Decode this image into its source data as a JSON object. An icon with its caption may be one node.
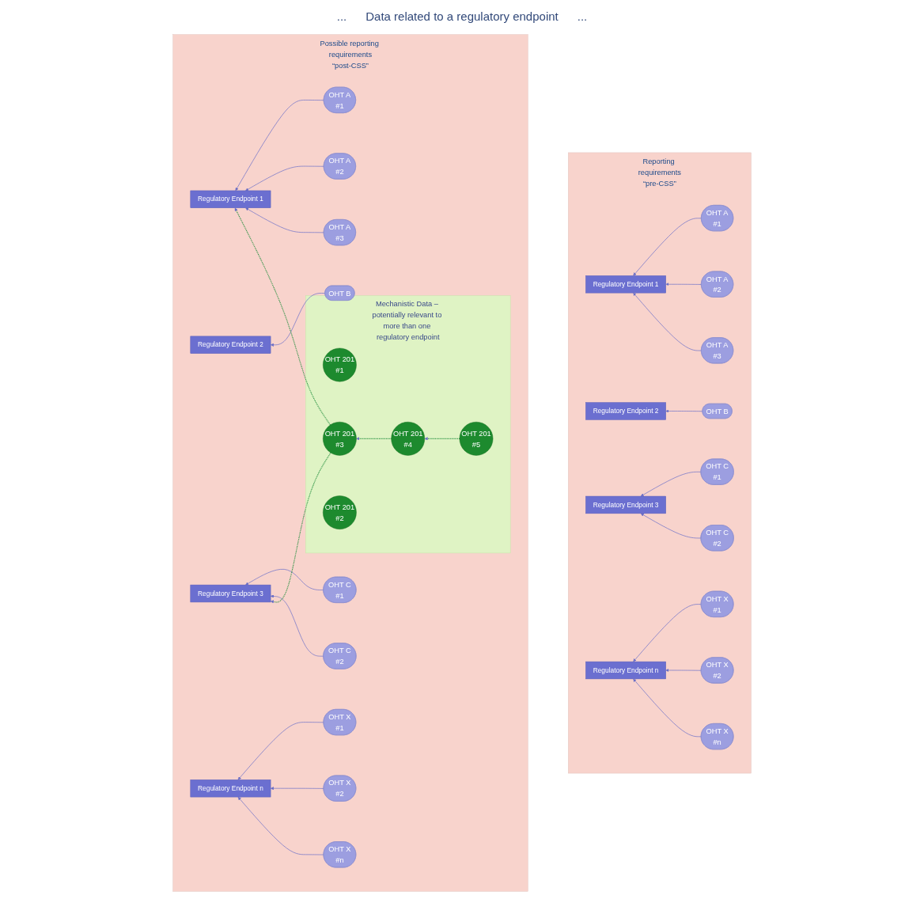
{
  "diagram": {
    "nodes": [
      {
        "text": [
          "Reporting requirements",
          "“pre-CSS”"
        ]
      },
      {
        "text": [
          "Regulatory Endpoint 1"
        ],
        "in": 0
      },
      {
        "text": [
          "OHT A",
          "#1"
        ],
        "in": 0
      },
      {
        "text": [
          "OHT A",
          "#2"
        ],
        "in": 0
      },
      {
        "text": [
          "OHT A",
          "#3"
        ],
        "in": 0
      },
      {
        "text": [
          "Regulatory Endpoint 2"
        ],
        "in": 0
      },
      {
        "text": [
          "OHT B"
        ],
        "in": 0
      },
      {
        "text": [
          "Regulatory Endpoint 3"
        ],
        "in": 0
      },
      {
        "text": [
          "OHT C",
          "#1"
        ],
        "in": 0
      },
      {
        "text": [
          "OHT C",
          "#2"
        ],
        "in": 0
      },
      {
        "text": [
          "Regulatory Endpoint n"
        ],
        "in": 0
      },
      {
        "text": [
          "OHT X",
          "#1"
        ],
        "in": 0
      },
      {
        "text": [
          "OHT X",
          "#2"
        ],
        "in": 0
      },
      {
        "text": [
          "OHT X",
          "#n"
        ],
        "in": 0
      },
      {
        "text": [
          "Possible reporting requirements",
          "“post-CSS”"
        ]
      },
      {
        "text": [
          "Regulatory Endpoint 1"
        ],
        "in": 14
      },
      {
        "text": [
          "OHT A",
          "#1"
        ],
        "in": 14
      },
      {
        "text": [
          "OHT A",
          "#2"
        ],
        "in": 14
      },
      {
        "text": [
          "OHT A",
          "#3"
        ],
        "in": 14
      },
      {
        "text": [
          "Regulatory Endpoint 2"
        ],
        "in": 14
      },
      {
        "text": [
          "OHT B"
        ],
        "in": 14
      },
      {
        "text": [
          "Regulatory Endpoint 3"
        ],
        "in": 14
      },
      {
        "text": [
          "OHT C",
          "#1"
        ],
        "in": 14
      },
      {
        "text": [
          "OHT C",
          "#2"
        ],
        "in": 14
      },
      {
        "text": [
          "Regulatory Endpoint n"
        ],
        "in": 14
      },
      {
        "text": [
          "OHT X",
          "#1"
        ],
        "in": 14
      },
      {
        "text": [
          "OHT X",
          "#2"
        ],
        "in": 14
      },
      {
        "text": [
          "OHT X",
          "#n"
        ],
        "in": 14
      },
      {
        "text": [
          "Mechanistic Data – potentially relevant to more than one regulatory endpoint"
        ],
        "in": 14
      },
      {
        "text": [
          "OHT 201",
          "#1"
        ],
        "in": 28
      },
      {
        "text": [
          "OHT 201",
          "#2"
        ],
        "in": 28
      },
      {
        "text": [
          "OHT 201",
          "#3"
        ],
        "in": 28
      },
      {
        "text": [
          "OHT 201",
          "#4"
        ],
        "in": 28
      },
      {
        "text": [
          "OHT 201",
          "#5"
        ],
        "in": 28
      }
    ],
    "edges": [
      {
        "from": 2,
        "to": 1,
        "arrow": "to"
      },
      {
        "from": 3,
        "to": 1,
        "arrow": "to"
      },
      {
        "from": 4,
        "to": 1,
        "arrow": "to"
      },
      {
        "from": 6,
        "to": 5,
        "arrow": "to"
      },
      {
        "from": 8,
        "to": 7,
        "arrow": "to"
      },
      {
        "from": 9,
        "to": 7,
        "arrow": "to"
      },
      {
        "from": 11,
        "to": 10,
        "arrow": "to"
      },
      {
        "from": 12,
        "to": 10,
        "arrow": "to"
      },
      {
        "from": 13,
        "to": 10,
        "arrow": "to"
      },
      {
        "from": 16,
        "to": 15,
        "arrow": "to"
      },
      {
        "from": 17,
        "to": 15,
        "arrow": "to"
      },
      {
        "from": 18,
        "to": 15,
        "arrow": "to"
      },
      {
        "from": 20,
        "to": 19,
        "arrow": "to"
      },
      {
        "from": 22,
        "to": 21,
        "arrow": "to"
      },
      {
        "from": 23,
        "to": 21,
        "arrow": "to"
      },
      {
        "from": 25,
        "to": 24,
        "arrow": "to"
      },
      {
        "from": 26,
        "to": 24,
        "arrow": "to"
      },
      {
        "from": 27,
        "to": 24,
        "arrow": "to"
      },
      {
        "from": 31,
        "to": 15,
        "arrow": "to",
        "style": "dashed",
        "color": "#1e8c3a"
      },
      {
        "from": 31,
        "to": 21,
        "arrow": "to",
        "style": "dashed",
        "color": "#1e8c3a"
      },
      {
        "from": 32,
        "to": 31,
        "arrow": "to",
        "style": "dashed",
        "color": "#1e8c3a"
      },
      {
        "from": 33,
        "to": 32,
        "arrow": "to",
        "style": "dashed",
        "color": "#1e8c3a"
      }
    ],
    "labels": [
      "...",
      "Data related to a regulatory endpoint",
      "..."
    ]
  }
}
